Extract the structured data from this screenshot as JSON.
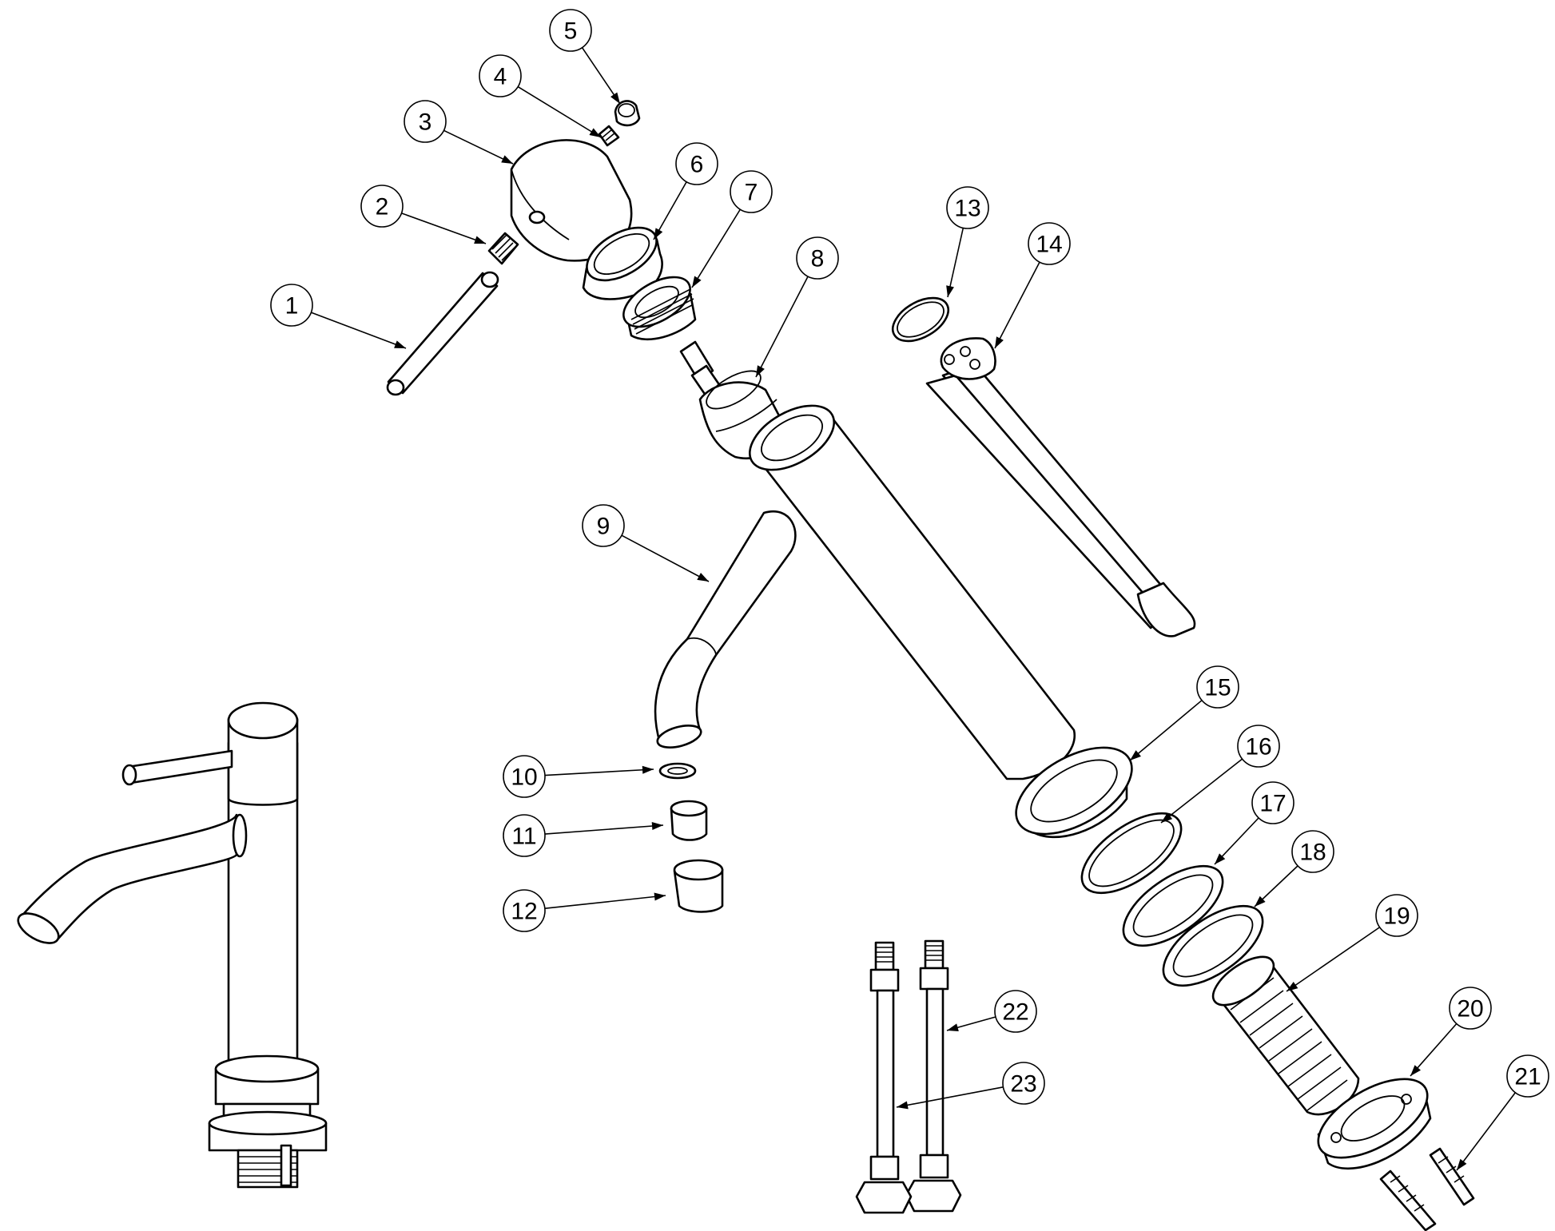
{
  "callouts": [
    {
      "num": "1",
      "label": [
        365,
        382
      ],
      "target": [
        508,
        436
      ]
    },
    {
      "num": "2",
      "label": [
        478,
        258
      ],
      "target": [
        608,
        305
      ]
    },
    {
      "num": "3",
      "label": [
        532,
        152
      ],
      "target": [
        642,
        205
      ]
    },
    {
      "num": "4",
      "label": [
        626,
        95
      ],
      "target": [
        752,
        172
      ]
    },
    {
      "num": "5",
      "label": [
        714,
        38
      ],
      "target": [
        776,
        130
      ]
    },
    {
      "num": "6",
      "label": [
        872,
        205
      ],
      "target": [
        818,
        300
      ]
    },
    {
      "num": "7",
      "label": [
        940,
        240
      ],
      "target": [
        866,
        360
      ]
    },
    {
      "num": "8",
      "label": [
        1023,
        323
      ],
      "target": [
        946,
        472
      ]
    },
    {
      "num": "9",
      "label": [
        755,
        658
      ],
      "target": [
        887,
        728
      ]
    },
    {
      "num": "10",
      "label": [
        656,
        972
      ],
      "target": [
        818,
        963
      ]
    },
    {
      "num": "11",
      "label": [
        656,
        1046
      ],
      "target": [
        830,
        1033
      ]
    },
    {
      "num": "12",
      "label": [
        656,
        1140
      ],
      "target": [
        833,
        1121
      ]
    },
    {
      "num": "13",
      "label": [
        1211,
        260
      ],
      "target": [
        1186,
        372
      ]
    },
    {
      "num": "14",
      "label": [
        1313,
        305
      ],
      "target": [
        1245,
        436
      ]
    },
    {
      "num": "15",
      "label": [
        1524,
        860
      ],
      "target": [
        1414,
        952
      ]
    },
    {
      "num": "16",
      "label": [
        1575,
        934
      ],
      "target": [
        1453,
        1030
      ]
    },
    {
      "num": "17",
      "label": [
        1593,
        1005
      ],
      "target": [
        1520,
        1082
      ]
    },
    {
      "num": "18",
      "label": [
        1643,
        1066
      ],
      "target": [
        1570,
        1135
      ]
    },
    {
      "num": "19",
      "label": [
        1748,
        1146
      ],
      "target": [
        1610,
        1241
      ]
    },
    {
      "num": "20",
      "label": [
        1840,
        1262
      ],
      "target": [
        1765,
        1347
      ]
    },
    {
      "num": "21",
      "label": [
        1912,
        1347
      ],
      "target": [
        1823,
        1465
      ]
    },
    {
      "num": "22",
      "label": [
        1271,
        1266
      ],
      "target": [
        1185,
        1290
      ]
    },
    {
      "num": "23",
      "label": [
        1281,
        1356
      ],
      "target": [
        1122,
        1386
      ]
    }
  ]
}
